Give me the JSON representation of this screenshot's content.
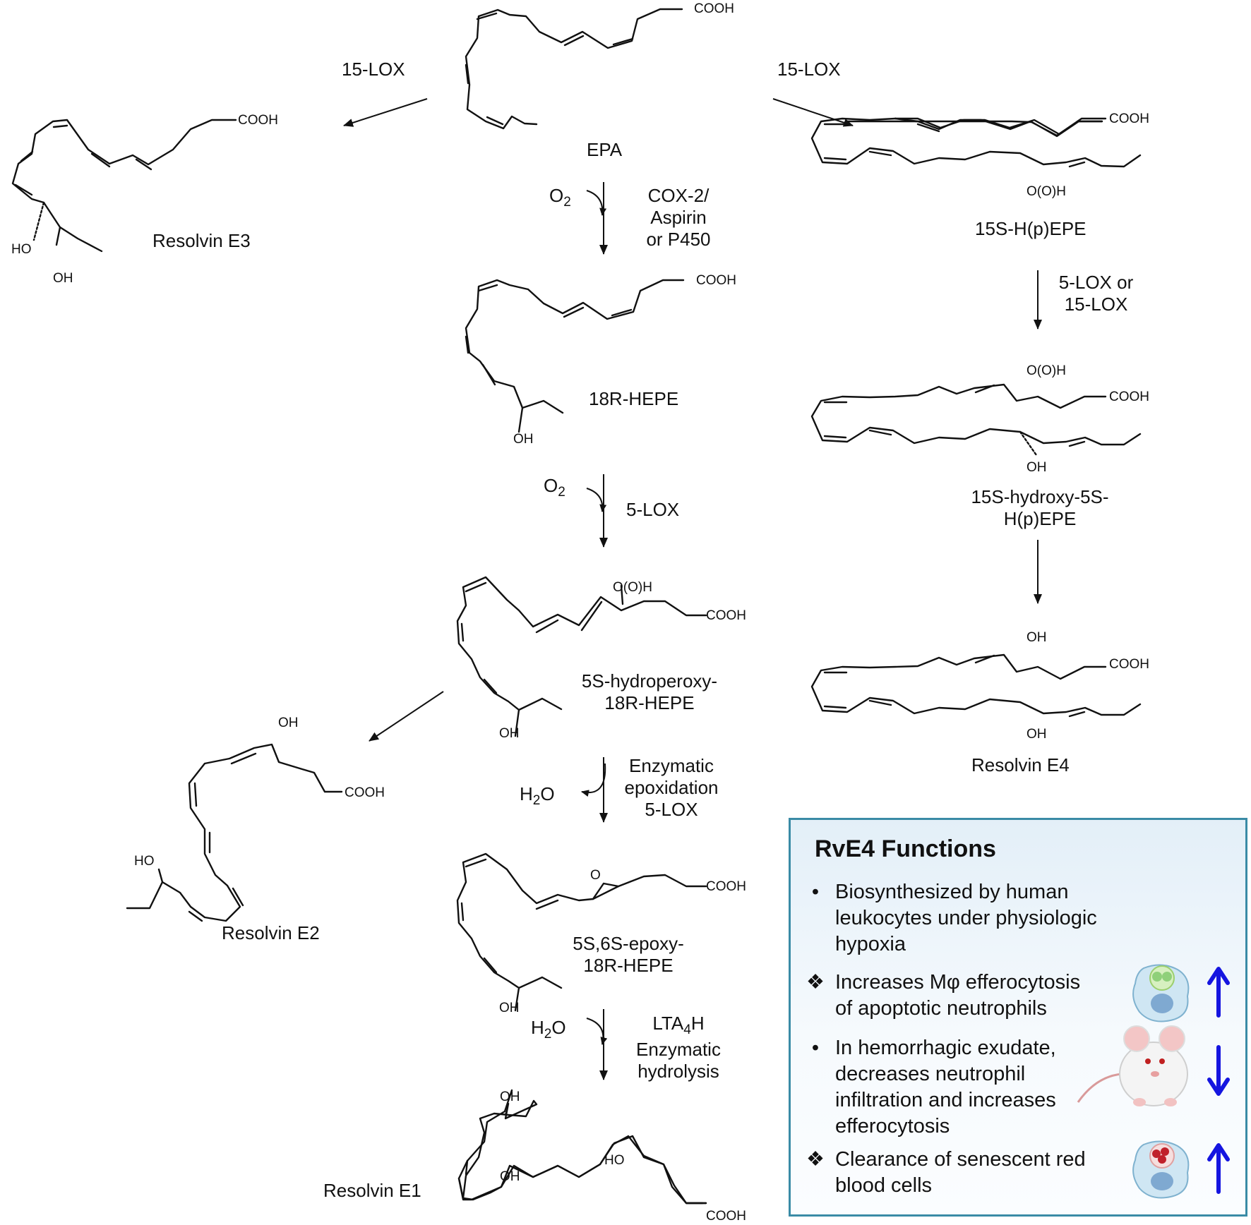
{
  "enzymes": {
    "lox15_left": "15-LOX",
    "lox15_right": "15-LOX",
    "cox2": [
      "COX-2/",
      "Aspirin",
      "or P450"
    ],
    "lox5": "5-LOX",
    "lox5_or_15": [
      "5-LOX or",
      "15-LOX"
    ],
    "epox": [
      "Enzymatic",
      "epoxidation",
      "5-LOX"
    ],
    "lta4h_main": "LTA",
    "lta4h_sub": "4",
    "lta4h_tail": "H",
    "hydrolysis": [
      "Enzymatic",
      "hydrolysis"
    ]
  },
  "cofactors": {
    "o2_main": "O",
    "o2_sub": "2",
    "h2o_pre": "H",
    "h2o_sub": "2",
    "h2o_post": "O"
  },
  "compounds": {
    "epa": "EPA",
    "rve3": "Resolvin E3",
    "hepe18r": "18R-HEPE",
    "hydroperoxy": [
      "5S-hydroperoxy-",
      "18R-HEPE"
    ],
    "epoxy": [
      "5S,6S-epoxy-",
      "18R-HEPE"
    ],
    "rve1": "Resolvin E1",
    "rve2": "Resolvin E2",
    "hpepe15s": "15S-H(p)EPE",
    "hydroxy15s": [
      "15S-hydroxy-5S-",
      "H(p)EPE"
    ],
    "rve4": "Resolvin E4"
  },
  "groups": {
    "cooh": "COOH",
    "oh": "OH",
    "ho": "HO",
    "ooh": "O(O)H",
    "o": "O"
  },
  "functions_box": {
    "title": "RvE4 Functions",
    "items": [
      {
        "marker": "•",
        "lines": [
          "Biosynthesized by human",
          "leukocytes under physiologic",
          "hypoxia"
        ],
        "arrow": ""
      },
      {
        "marker": "❖",
        "lines": [
          "Increases Mφ efferocytosis",
          "of apoptotic neutrophils"
        ],
        "arrow": "up"
      },
      {
        "marker": "•",
        "lines": [
          "In hemorrhagic exudate,",
          "decreases neutrophil",
          "infiltration and increases",
          "efferocytosis"
        ],
        "arrow": "down"
      },
      {
        "marker": "❖",
        "lines": [
          "Clearance of senescent red",
          "blood cells"
        ],
        "arrow": "up"
      }
    ],
    "arrow_color": "#1515e0",
    "border_color": "#3a8ba6"
  }
}
